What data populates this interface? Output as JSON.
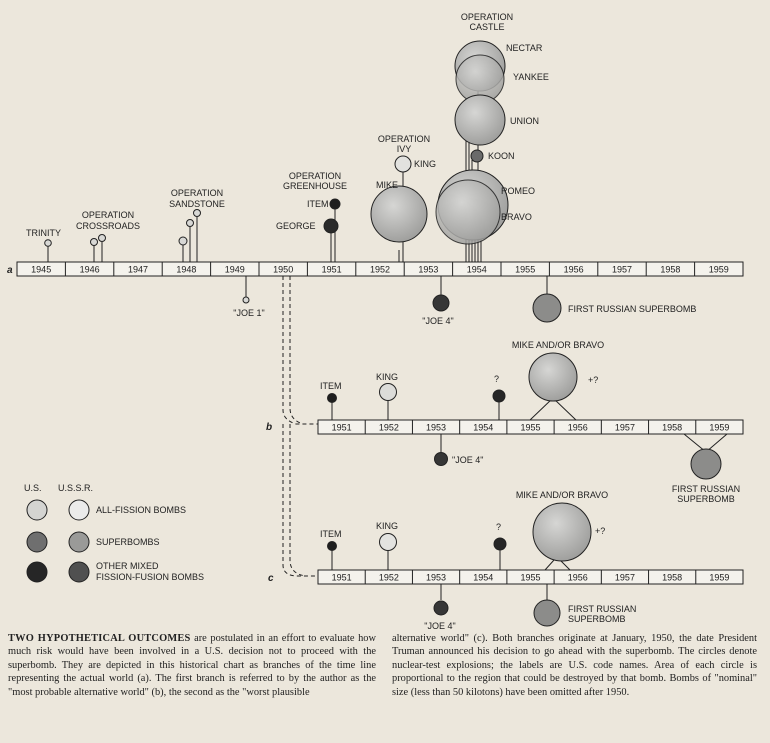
{
  "timeline_a": {
    "label": "a",
    "years": [
      "1945",
      "1946",
      "1947",
      "1948",
      "1949",
      "1950",
      "1951",
      "1952",
      "1953",
      "1954",
      "1955",
      "1956",
      "1957",
      "1958",
      "1959"
    ]
  },
  "timeline_b": {
    "label": "b",
    "years": [
      "1951",
      "1952",
      "1953",
      "1954",
      "1955",
      "1956",
      "1957",
      "1958",
      "1959"
    ]
  },
  "timeline_c": {
    "label": "c",
    "years": [
      "1951",
      "1952",
      "1953",
      "1954",
      "1955",
      "1956",
      "1957",
      "1958",
      "1959"
    ]
  },
  "labels": {
    "trinity": "TRINITY",
    "crossroads": [
      "OPERATION",
      "CROSSROADS"
    ],
    "sandstone": [
      "OPERATION",
      "SANDSTONE"
    ],
    "greenhouse": [
      "OPERATION",
      "GREENHOUSE"
    ],
    "item": "ITEM",
    "george": "GEORGE",
    "ivy": [
      "OPERATION",
      "IVY"
    ],
    "mike": "MIKE",
    "king": "KING",
    "castle": [
      "OPERATION",
      "CASTLE"
    ],
    "nectar": "NECTAR",
    "yankee": "YANKEE",
    "union": "UNION",
    "koon": "KOON",
    "romeo": "ROMEO",
    "bravo": "BRAVO",
    "joe1": "\"JOE 1\"",
    "joe4": "\"JOE 4\"",
    "first_russian_superbomb": "FIRST RUSSIAN SUPERBOMB",
    "first_russian": "FIRST RUSSIAN",
    "superbomb": "SUPERBOMB",
    "mike_or_bravo": "MIKE AND/OR BRAVO",
    "question": "?",
    "plus_question": "+?"
  },
  "legend": {
    "us": "U.S.",
    "ussr": "U.S.S.R.",
    "all_fission": "ALL-FISSION BOMBS",
    "superbombs": "SUPERBOMBS",
    "mixed": [
      "OTHER MIXED",
      "FISSION-FUSION BOMBS"
    ]
  },
  "colors": {
    "paper": "#ece7dc",
    "all_fission_us": "#d4d4d1",
    "all_fission_ussr": "#ebebea",
    "superbomb_us": "#6f6f6f",
    "superbomb_ussr": "#9a9a98",
    "mixed_us": "#262626",
    "mixed_ussr": "#505050",
    "big_bubble": "#b8b8b6"
  },
  "caption": {
    "lead": "TWO HYPOTHETICAL OUTCOMES",
    "left_body": " are postulated in an effort to evaluate how much risk would have been involved in a U.S. decision not to proceed with the superbomb. They are depicted in this historical chart as branches of the time line representing the actual world (a). The first branch is referred to by the author as the \"most probable alternative world\" (b), the second as the \"worst plausible",
    "right_body": "alternative world\" (c). Both branches originate at January, 1950, the date President Truman announced his decision to go ahead with the superbomb. The circles denote nuclear-test explosions; the labels are U.S. code names. Area of each circle is proportional to the region that could be destroyed by that bomb. Bombs of \"nominal\" size (less than 50 kilotons) have been omitted after 1950."
  }
}
